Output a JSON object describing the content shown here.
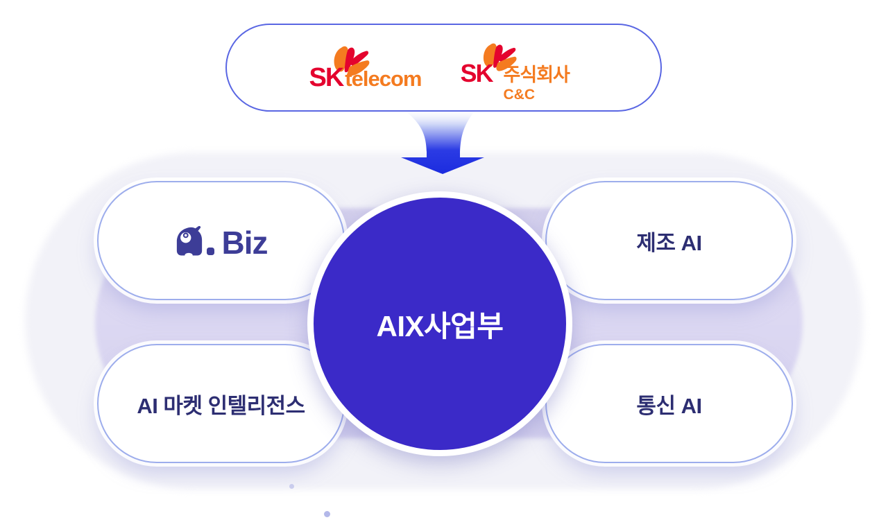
{
  "diagram": {
    "header": {
      "logos": [
        {
          "name": "SK telecom",
          "sk": "SK",
          "word": "telecom"
        },
        {
          "name": "SK 주식회사 C&C",
          "sk": "SK",
          "word": "주식회사",
          "sub": "C&C"
        }
      ]
    },
    "flow": {
      "arrow_direction": "down"
    },
    "center_unit": {
      "label": "AIX사업부"
    },
    "units": [
      {
        "position": "top-left",
        "type": "logo",
        "brand": "A. Biz",
        "wordmark": "Biz"
      },
      {
        "position": "top-right",
        "label": "제조 AI"
      },
      {
        "position": "bottom-left",
        "label": "AI 마켓 인텔리전스"
      },
      {
        "position": "bottom-right",
        "label": "통신 AI"
      }
    ]
  },
  "colors": {
    "capsule-border": "#5966E3",
    "sk-red": "#E4032E",
    "sk-orange": "#F47B20",
    "arrow-blue": "#2233E6",
    "blob": "#F2F2F8",
    "band": "#D8D4EF",
    "pill-border": "#9DADEC",
    "navy": "#2D2E72",
    "abiz": "#3D3D97",
    "circle-blue": "#3B2AC8"
  }
}
